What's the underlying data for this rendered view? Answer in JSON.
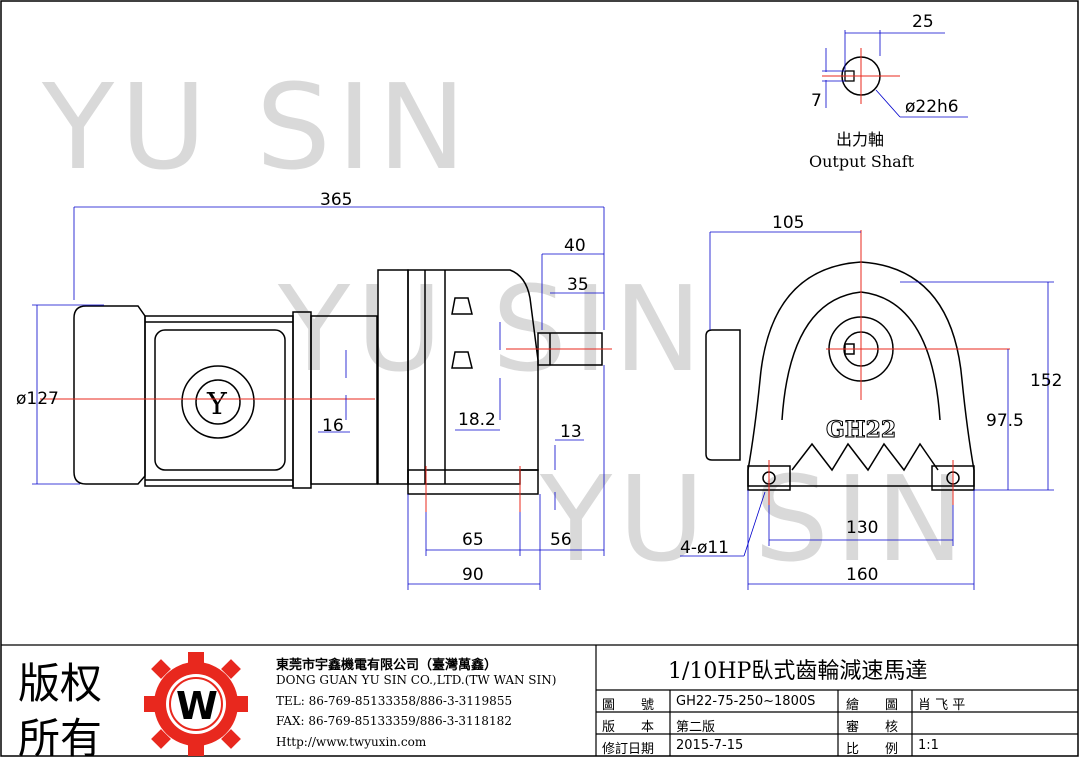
{
  "watermark": "YU SIN",
  "output_shaft": {
    "label_cn": "出力軸",
    "label_en": "Output Shaft",
    "dim_25": "25",
    "dim_7": "7",
    "dim_dia": "ø22h6"
  },
  "side_view": {
    "dim_365": "365",
    "dim_40": "40",
    "dim_35": "35",
    "dim_127": "ø127",
    "dim_16": "16",
    "dim_182": "18.2",
    "dim_13": "13",
    "dim_65": "65",
    "dim_56": "56",
    "dim_90": "90"
  },
  "front_view": {
    "dim_105": "105",
    "dim_152": "152",
    "dim_975": "97.5",
    "dim_130": "130",
    "dim_160": "160",
    "dim_holes": "4-ø11",
    "casting_mark": "GH22"
  },
  "title_block": {
    "copyright_1": "版权",
    "copyright_2": "所有",
    "company_cn": "東莞市宇鑫機電有限公司（臺灣萬鑫）",
    "company_en": "DONG GUAN YU SIN CO.,LTD.(TW WAN SIN)",
    "tel": "TEL: 86-769-85133358/886-3-3119855",
    "fax": "FAX: 86-769-85133359/886-3-3118182",
    "web": "Http://www.twyuxin.com",
    "product_title": "1/10HP臥式齒輪減速馬達",
    "row1_label": "圖　　號",
    "row1_value": "GH22-75-250~1800S",
    "row1_label2": "繪　　圖",
    "row1_value2": "肖 飞 平",
    "row2_label": "版　　本",
    "row2_value": "第二版",
    "row2_label2": "審　　核",
    "row2_value2": "",
    "row3_label": "修訂日期",
    "row3_value": "2015-7-15",
    "row3_label2": "比　　例",
    "row3_value2": "1:1"
  },
  "colors": {
    "centerline": "#e8281e",
    "dimension": "#0000cc",
    "logo": "#e8281e"
  }
}
